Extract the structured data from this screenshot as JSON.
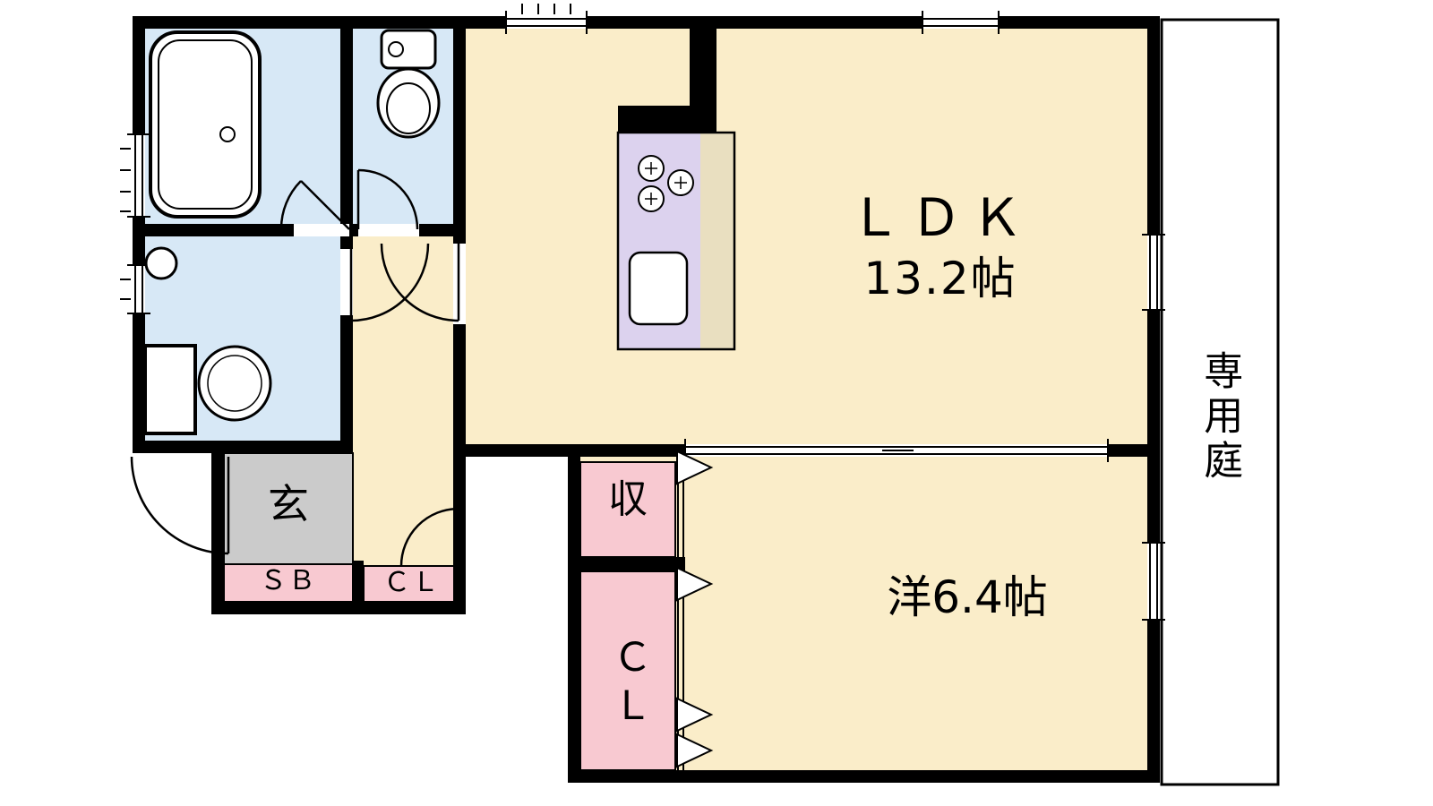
{
  "plan": {
    "kind": "apartment-floor-plan"
  },
  "colors": {
    "cream": "#FAEDC9",
    "blue": "#D7E8F6",
    "lavender": "#DCD2EE",
    "beige": "#E9DFC0",
    "pink": "#F8C9D1",
    "garden_gray": "#D2D2D2",
    "genkan_gray": "#CBCBCB",
    "wall": "#000000",
    "white": "#FFFFFF"
  },
  "labels": {
    "ldk_name": "ＬＤＫ",
    "ldk_size": "13.2帖",
    "western_room": "洋6.4帖",
    "garden": "専用庭",
    "entrance": "玄",
    "shoebox": "ＳＢ",
    "closet_hall": "ＣＬ",
    "storage": "収",
    "closet_bedroom": "ＣＬ"
  },
  "icons": {
    "bathtub": "rounded-rect-with-drain-circle",
    "toilet": "tank-and-bowl",
    "wash_basin": "oval-basin",
    "washing_machine_pan": "square-pan",
    "washer_faucet": "small-circle",
    "stove_burners": "three-circles-with-cross",
    "kitchen_sink": "rounded-rect",
    "door_swing": "quarter-arc",
    "sliding_window": "double-line",
    "folding_door": "triangle-markers"
  }
}
